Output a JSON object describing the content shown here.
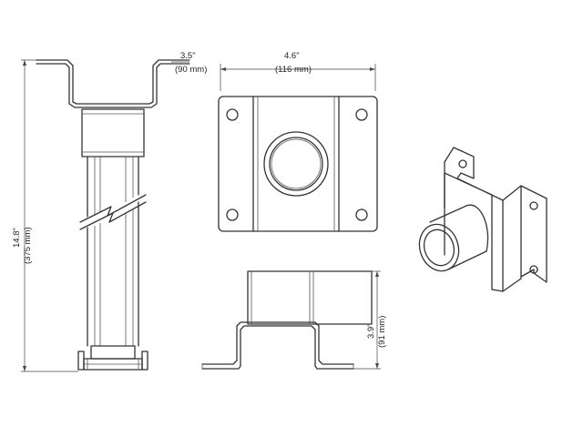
{
  "dimensions": {
    "mount_width": {
      "inches": "3.5\"",
      "mm": "(90 mm)"
    },
    "plate_width": {
      "inches": "4.6\"",
      "mm": "(116 mm)"
    },
    "overall_height": {
      "inches": "14.8\"",
      "mm": "(375 mm)"
    },
    "bracket_height": {
      "inches": "3.9\"",
      "mm": "(91 mm)"
    }
  }
}
